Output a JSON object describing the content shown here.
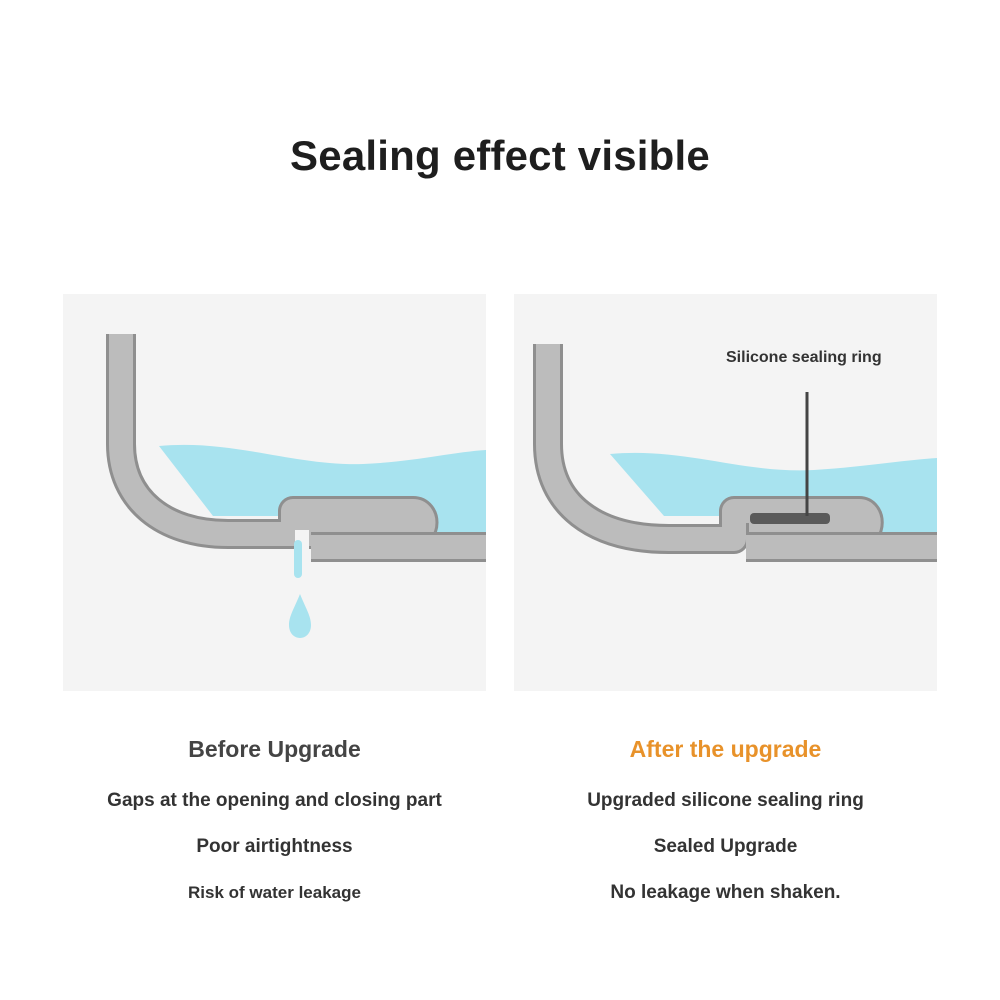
{
  "title": "Sealing effect visible",
  "colors": {
    "water": "#a8e3ef",
    "container": "#b8b8b8",
    "container_outline": "#8f8f8f",
    "panel_bg": "#f4f4f4",
    "before_heading": "#444444",
    "after_heading": "#e8922a",
    "seal_ring": "#5a5a5a"
  },
  "before": {
    "heading": "Before Upgrade",
    "points": [
      "Gaps at the opening and closing part",
      "Poor airtightness",
      "Risk of water leakage"
    ],
    "drop_icon": "water-drop-icon"
  },
  "after": {
    "heading": "After the upgrade",
    "callout": "Silicone sealing ring",
    "points": [
      "Upgraded silicone sealing ring",
      "Sealed Upgrade",
      "No leakage when shaken."
    ]
  }
}
